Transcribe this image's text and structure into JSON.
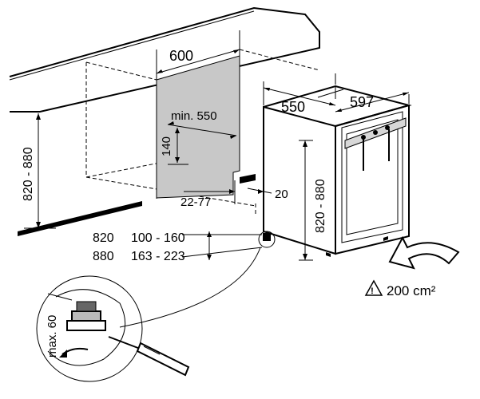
{
  "dimensions": {
    "niche_width": "600",
    "min_depth": "min. 550",
    "niche_height": "820 - 880",
    "step_height": "140",
    "plinth_depth": "22-77",
    "gap": "20",
    "appliance_depth": "550",
    "appliance_width": "597",
    "appliance_height": "820 - 880"
  },
  "foot_table": [
    {
      "height": "820",
      "range": "100 - 160"
    },
    {
      "height": "880",
      "range": "163 - 223"
    }
  ],
  "ventilation": "200 cm²",
  "adjust_label": "max. 60",
  "icons": [
    "warning-triangle-icon",
    "airflow-arrow-icon",
    "screwdriver-icon",
    "rotation-arrow-icon"
  ]
}
